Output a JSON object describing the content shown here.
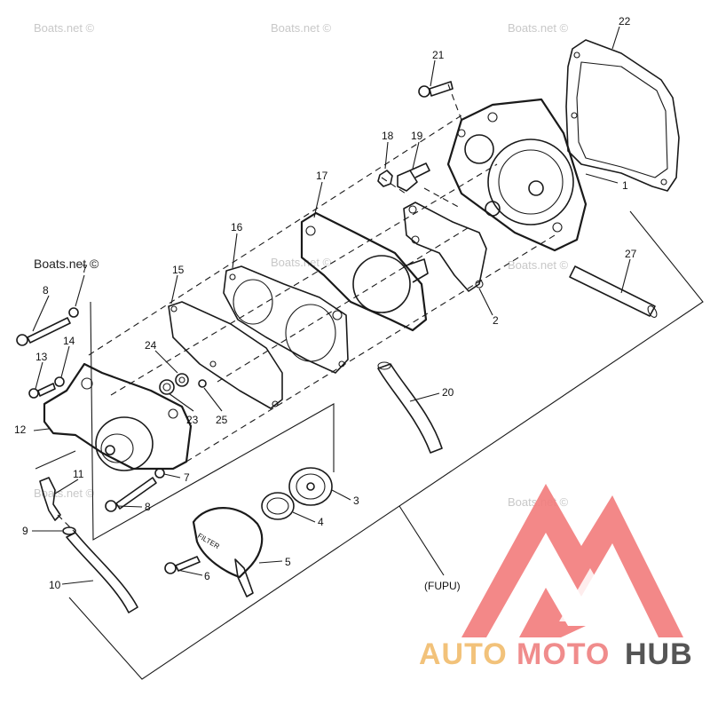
{
  "watermarks": [
    "Boats.net ©",
    "Boats.net ©",
    "Boats.net ©",
    "Boats.net ©",
    "Boats.net ©",
    "Boats.net ©",
    "Boats.net ©",
    "Boats.net ©"
  ],
  "diagram": {
    "callouts": [
      "22",
      "21",
      "18",
      "19",
      "1",
      "17",
      "16",
      "27",
      "15",
      "8",
      "7",
      "2",
      "14",
      "13",
      "24",
      "20",
      "12",
      "23",
      "25",
      "7",
      "11",
      "8",
      "3",
      "4",
      "9",
      "5",
      "6",
      "10"
    ],
    "group_label": "(FUPU)",
    "cover_text": "FILTER"
  },
  "logo": {
    "word_auto": "AUTO",
    "word_moto": "MOTO",
    "word_hub": "HUB",
    "colors": {
      "auto": "#f2c27a",
      "moto": "#f08c8c",
      "hub": "#555555",
      "triangle": "#f27b7b"
    }
  }
}
